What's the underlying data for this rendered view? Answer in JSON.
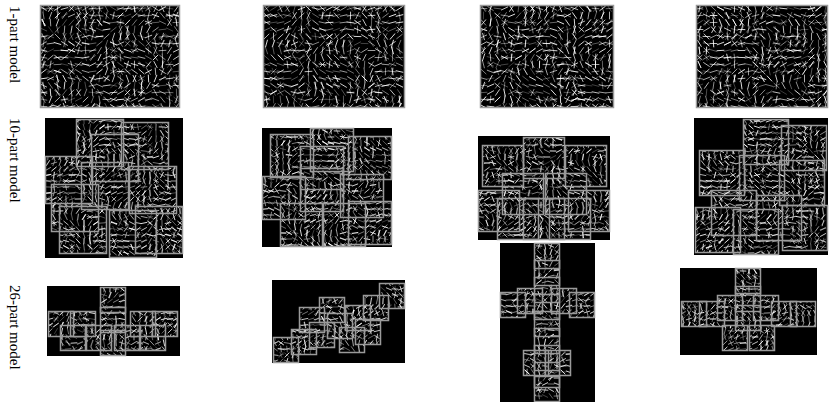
{
  "diagram": {
    "labels": [
      "1-part model",
      "10-part model",
      "26-part model"
    ]
  }
}
